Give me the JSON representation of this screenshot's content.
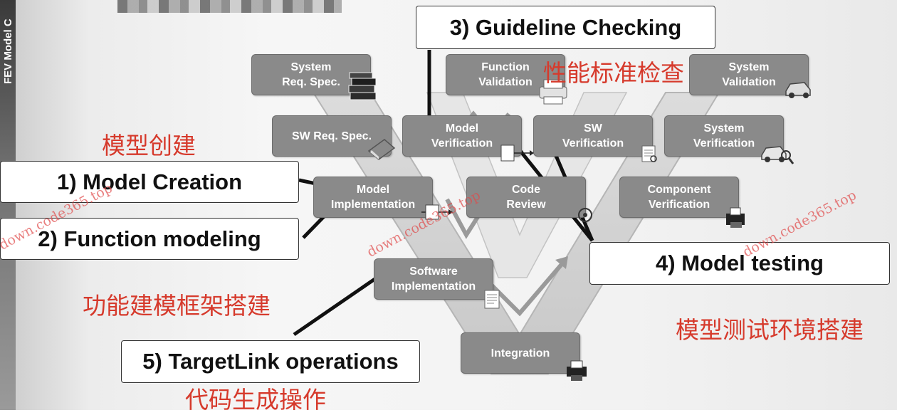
{
  "side_title": "FEV Model C",
  "boxes": {
    "system_req_spec": [
      "System",
      "Req. Spec."
    ],
    "function_validation": [
      "Function",
      "Validation"
    ],
    "system_validation": [
      "System",
      "Validation"
    ],
    "sw_req_spec": [
      "SW Req. Spec."
    ],
    "model_verification": [
      "Model",
      "Verification"
    ],
    "sw_verification": [
      "SW",
      "Verification"
    ],
    "system_verification": [
      "System",
      "Verification"
    ],
    "model_implementation": [
      "Model",
      "Implementation"
    ],
    "code_review": [
      "Code",
      "Review"
    ],
    "component_verification": [
      "Component",
      "Verification"
    ],
    "software_implementation": [
      "Software",
      "Implementation"
    ],
    "integration": [
      "Integration"
    ]
  },
  "callouts": {
    "model_creation": "1) Model Creation",
    "function_modeling": "2) Function modeling",
    "guideline_checking": "3) Guideline Checking",
    "model_testing": "4) Model testing",
    "targetlink_operations": "5) TargetLink operations"
  },
  "annotations_zh": {
    "model_creation": "模型创建",
    "function_framework": "功能建模框架搭建",
    "performance_check": "性能标准检查",
    "test_environment": "模型测试环境搭建",
    "code_generation": "代码生成操作"
  },
  "watermarks": [
    "down.code365.top",
    "down.code365.top",
    "down.code365.top"
  ],
  "colors": {
    "box_fill": "#8a8a8a",
    "annotation_red": "#d63a2c",
    "watermark_red": "#e04a4a",
    "pointer_black": "#111111"
  },
  "icons": [
    "book-stack-icon",
    "book-icon",
    "printer-icon",
    "car-icon",
    "document-icon",
    "arrow-block-icon",
    "loop-icon"
  ]
}
